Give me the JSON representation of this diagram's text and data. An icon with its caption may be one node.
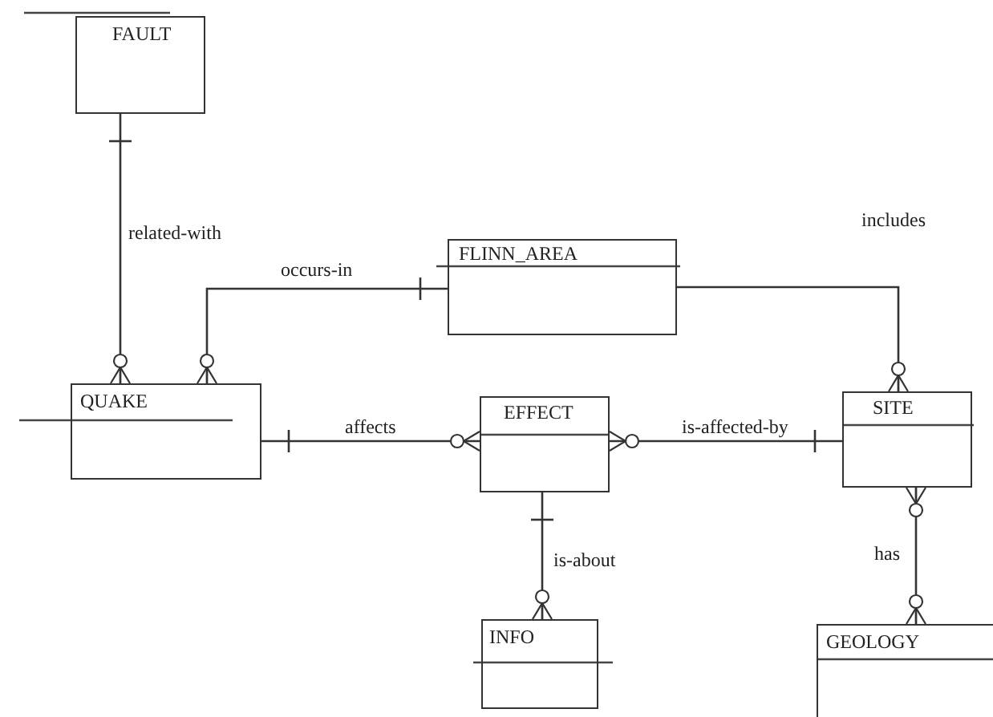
{
  "diagram": {
    "nodes": [
      {
        "text": [
          "FAULT"
        ]
      },
      {
        "text": [
          "FLINN_AREA"
        ]
      },
      {
        "text": [
          "QUAKE"
        ]
      },
      {
        "text": [
          "EFFECT"
        ]
      },
      {
        "text": [
          "SITE"
        ]
      },
      {
        "text": [
          "INFO"
        ]
      },
      {
        "text": [
          "GEOLOGY"
        ]
      }
    ],
    "edges": [
      {
        "from": 0,
        "to": 2,
        "arrow": "other",
        "label": "related-with"
      },
      {
        "from": 2,
        "to": 1,
        "arrow": "other",
        "label": "occurs-in"
      },
      {
        "from": 1,
        "to": 4,
        "arrow": "other",
        "label": "includes"
      },
      {
        "from": 2,
        "to": 3,
        "arrow": "other",
        "label": "affects"
      },
      {
        "from": 3,
        "to": 4,
        "arrow": "other",
        "label": "is-affected-by"
      },
      {
        "from": 3,
        "to": 5,
        "arrow": "other",
        "label": "is-about"
      },
      {
        "from": 4,
        "to": 6,
        "arrow": "other",
        "label": "has"
      }
    ]
  }
}
